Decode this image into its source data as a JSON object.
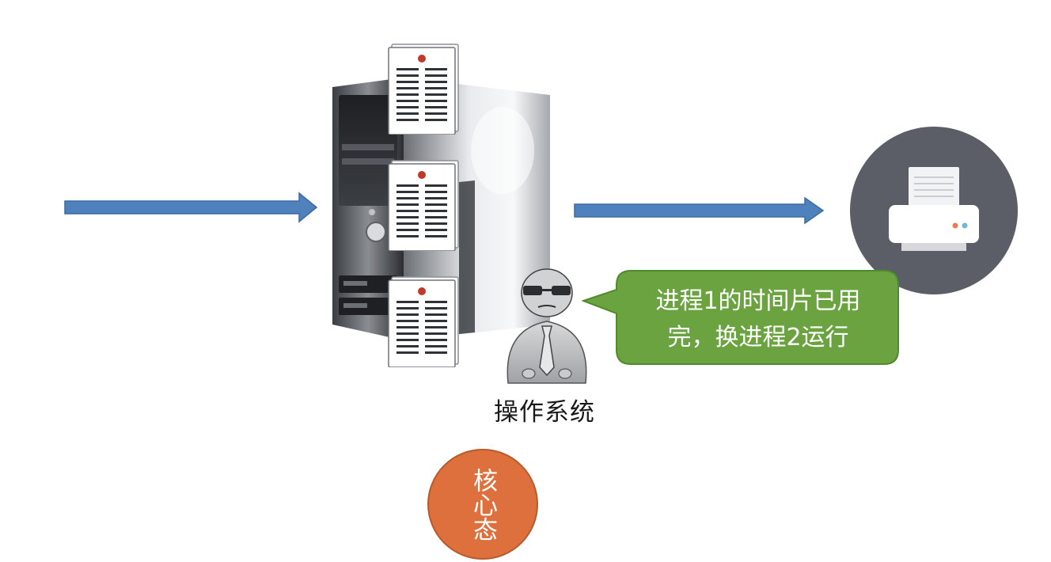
{
  "speech_bubble": {
    "line1": "进程1的时间片已用",
    "line2": "完，换进程2运行"
  },
  "os_label": "操作系统",
  "kernel_badge": {
    "text": "核心态"
  },
  "colors": {
    "arrow": "#4f81bd",
    "bubble": "#6aa33f",
    "badge": "#de703e",
    "printer_bg": "#5b5e66"
  },
  "icons": {
    "server": "server-tower-icon",
    "document": "document-icon",
    "printer": "printer-icon",
    "operating_system": "person-sketch-icon"
  }
}
